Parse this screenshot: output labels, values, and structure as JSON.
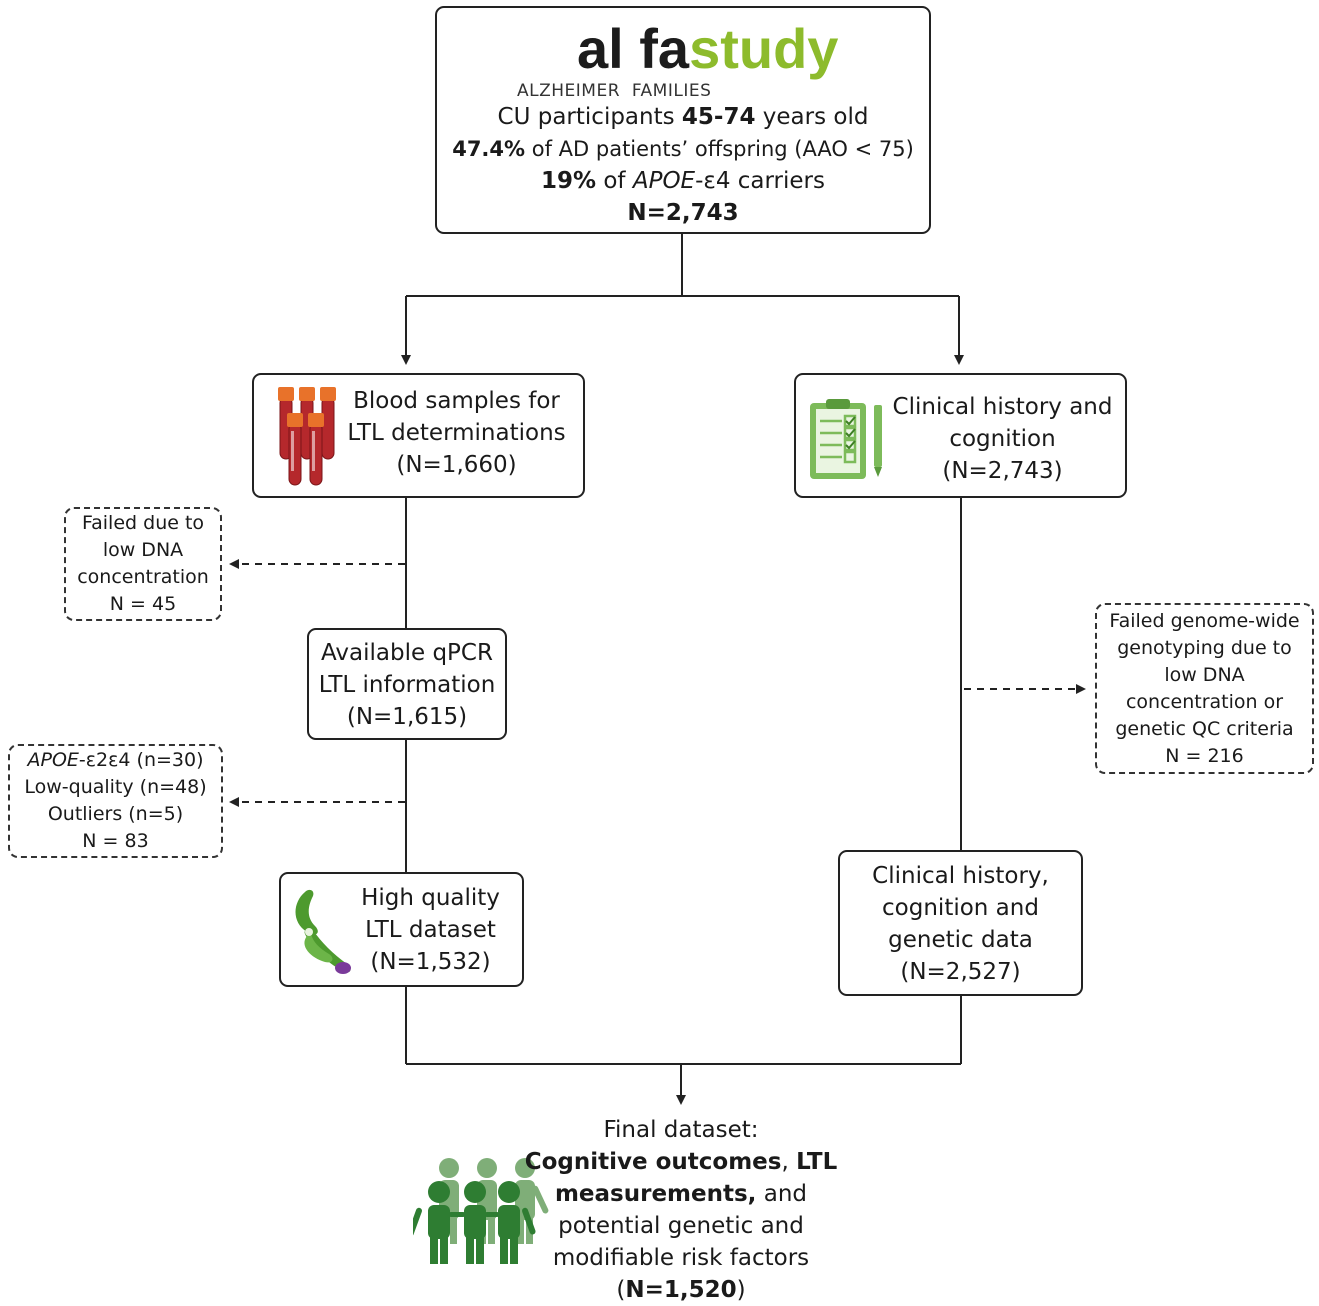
{
  "top": {
    "logo_alfa": "al fa",
    "logo_study": "study",
    "logo_sub": "ALZHEIMER  FAMILIES",
    "line1_pre": "CU participants ",
    "line1_bold": "45-74",
    "line1_post": " years old",
    "line2_bold": "47.4%",
    "line2_post": " of AD patients’ offspring (AAO < 75)",
    "line3_bold": "19%",
    "line3_mid": " of ",
    "line3_ital": "APOE",
    "line3_post": "-ε4 carriers",
    "n": "N=2,743"
  },
  "blood": {
    "line1": "Blood samples for",
    "line2": "LTL determinations",
    "n": "(N=1,660)",
    "icon": "blood-tubes-icon"
  },
  "clinical": {
    "line1": "Clinical history and",
    "line2": "cognition",
    "n": "(N=2,743)",
    "icon": "clipboard-icon"
  },
  "fail_dna": {
    "line1": "Failed due to",
    "line2": "low DNA",
    "line3": "concentration",
    "n": "N = 45"
  },
  "qpcr": {
    "line1": "Available qPCR",
    "line2": "LTL information",
    "n": "(N=1,615)"
  },
  "excl": {
    "line1_ital": "APOE",
    "line1_post": "-ε2ε4 (n=30)",
    "line2": "Low-quality (n=48)",
    "line3": "Outliers (n=5)",
    "n": "N = 83"
  },
  "fail_geno": {
    "line1": "Failed genome-wide",
    "line2": "genotyping due to",
    "line3": "low DNA",
    "line4": "concentration or",
    "line5": "genetic QC criteria",
    "n": "N = 216"
  },
  "hq": {
    "line1": "High quality",
    "line2": "LTL dataset",
    "n": "(N=1,532)",
    "icon": "chromosome-icon"
  },
  "cgd": {
    "line1": "Clinical history,",
    "line2": "cognition and",
    "line3": "genetic data",
    "n": "(N=2,527)"
  },
  "final": {
    "line1": "Final dataset:",
    "line2_bold1": "Cognitive outcomes",
    "line2_sep": ", ",
    "line2_bold2": "LTL",
    "line3_bold": "measurements,",
    "line3_post": " and",
    "line4": "potential genetic and",
    "line5": "modifiable risk factors",
    "n_open": "(",
    "n_bold": "N=1,520",
    "n_close": ")",
    "icon": "people-group-icon"
  },
  "colors": {
    "logo_green": "#8dbb2c",
    "tube_red": "#b5282c",
    "tube_cap": "#e8722a",
    "clipboard_green": "#7dbb5a",
    "chromosome_green": "#4d9a2e",
    "people_dark": "#2e7d32",
    "people_light": "#7fae78"
  }
}
